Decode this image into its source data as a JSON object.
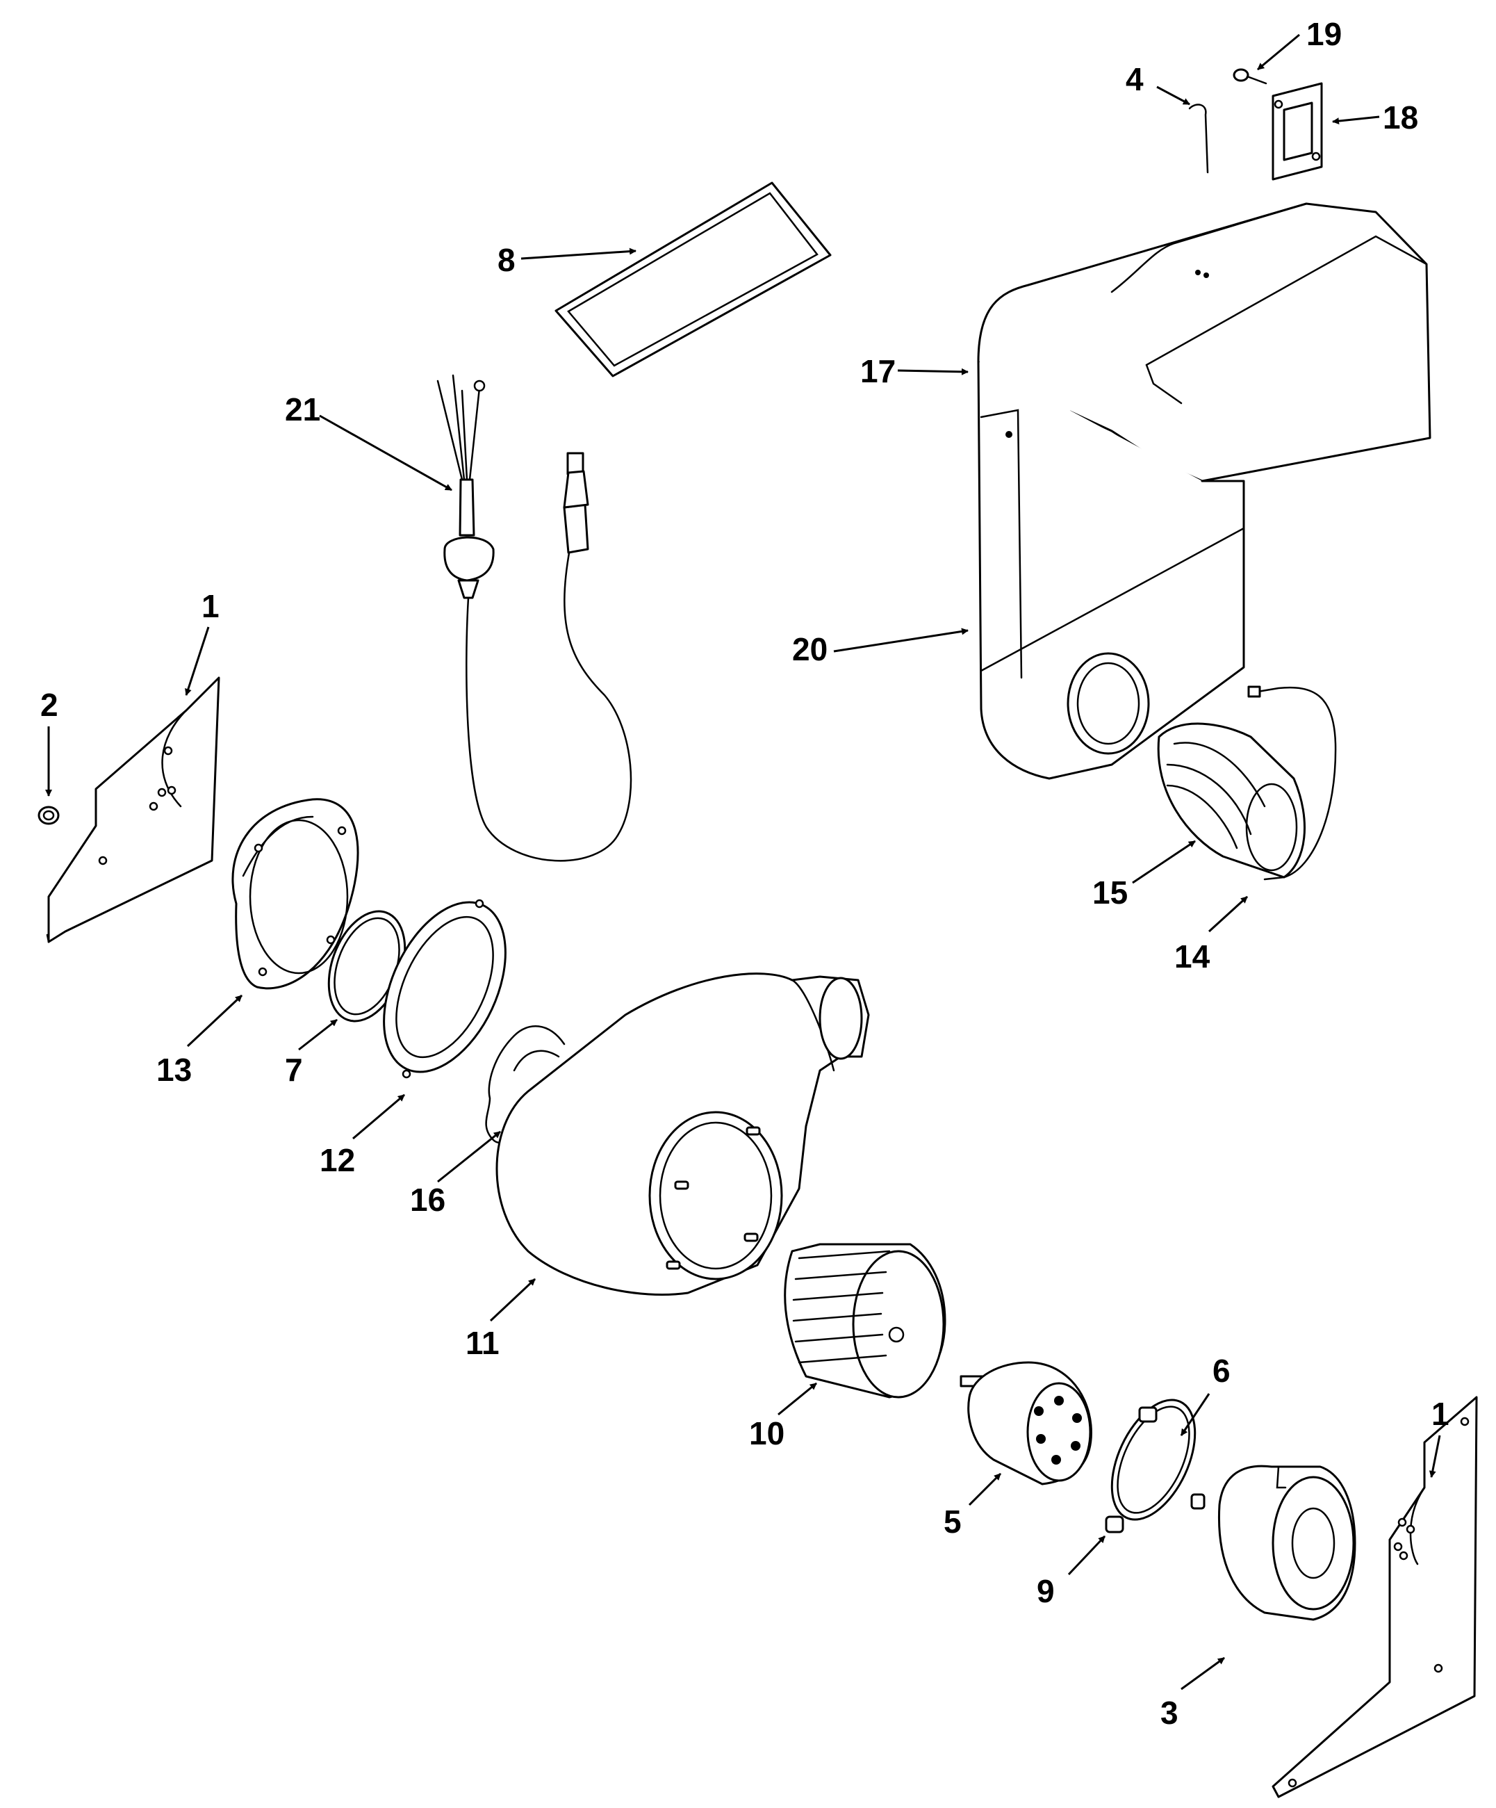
{
  "callouts": {
    "c1_left": "1",
    "c1_right": "1",
    "c2": "2",
    "c3": "3",
    "c4": "4",
    "c5": "5",
    "c6": "6",
    "c7": "7",
    "c8": "8",
    "c9": "9",
    "c10": "10",
    "c11": "11",
    "c12": "12",
    "c13": "13",
    "c14": "14",
    "c15": "15",
    "c16": "16",
    "c17": "17",
    "c18": "18",
    "c19": "19",
    "c20": "20",
    "c21": "21"
  }
}
